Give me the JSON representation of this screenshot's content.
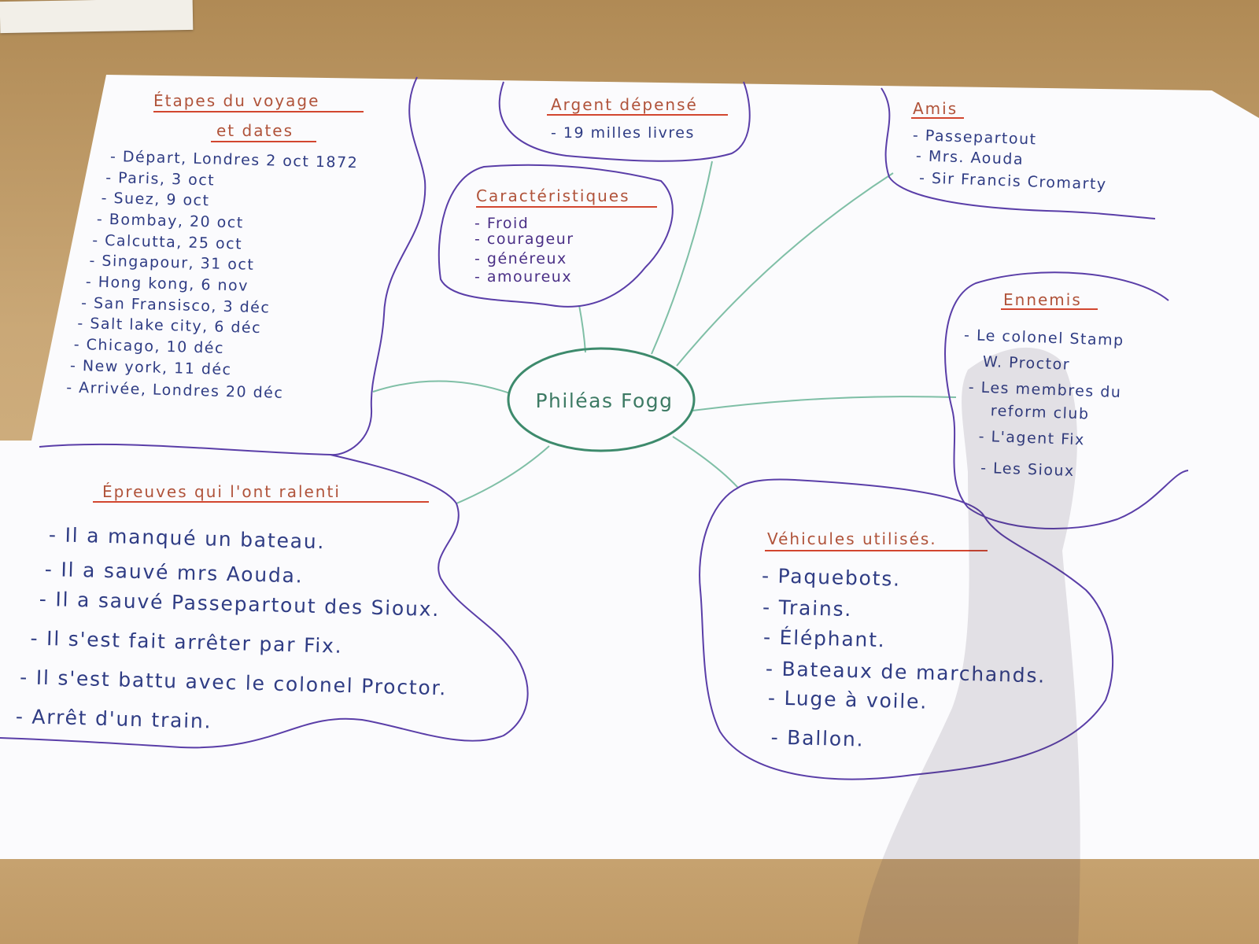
{
  "center": {
    "label": "Philéas Fogg"
  },
  "etapes": {
    "title_line1": "Étapes du voyage",
    "title_line2": "et dates",
    "items": [
      "- Départ, Londres 2 oct 1872",
      "- Paris, 3 oct",
      "- Suez, 9 oct",
      "- Bombay, 20 oct",
      "- Calcutta, 25 oct",
      "- Singapour, 31 oct",
      "- Hong kong, 6 nov",
      "- San Fransisco, 3 déc",
      "- Salt lake city, 6 déc",
      "- Chicago, 10 déc",
      "- New york, 11 déc",
      "- Arrivée, Londres 20 déc"
    ]
  },
  "argent": {
    "title": "Argent dépensé",
    "items": [
      "- 19 milles livres"
    ]
  },
  "caracteristiques": {
    "title": "Caractéristiques",
    "items": [
      "- Froid",
      "- courageur",
      "- généreux",
      "- amoureux"
    ]
  },
  "amis": {
    "title": "Amis",
    "items": [
      "- Passepartout",
      "- Mrs. Aouda",
      "- Sir Francis Cromarty"
    ]
  },
  "ennemis": {
    "title": "Ennemis",
    "items": [
      "- Le colonel Stamp",
      "W. Proctor",
      "- Les membres du",
      "reform club",
      "- L'agent Fix",
      "- Les Sioux"
    ]
  },
  "epreuves": {
    "title": "Épreuves qui l'ont ralenti",
    "items": [
      "- Il a manqué un bateau.",
      "- Il a sauvé mrs Aouda.",
      "- Il a sauvé Passepartout des Sioux.",
      "- Il s'est fait arrêter par Fix.",
      "- Il s'est battu avec le colonel Proctor.",
      "- Arrêt d'un train."
    ]
  },
  "vehicules": {
    "title": "Véhicules utilisés.",
    "items": [
      "- Paquebots.",
      "- Trains.",
      "- Éléphant.",
      "- Bateaux de marchands.",
      "- Luge à voile.",
      "- Ballon."
    ]
  }
}
